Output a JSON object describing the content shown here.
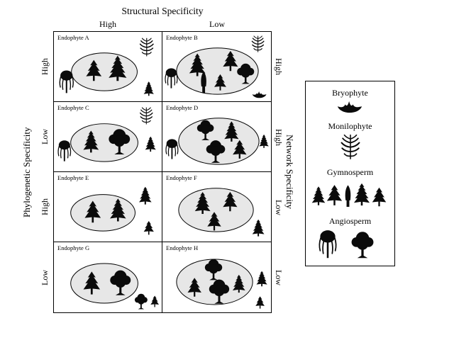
{
  "figure": {
    "top_axis": {
      "label": "Structural Specificity",
      "columns": [
        "High",
        "Low"
      ]
    },
    "left_axis": {
      "label": "Phylogenetic Specificity",
      "rows": [
        "High",
        "Low",
        "High",
        "Low"
      ]
    },
    "right_axis": {
      "label": "Network Specificity",
      "rows": [
        "High",
        "High",
        "Low",
        "Low"
      ]
    }
  },
  "panels": [
    {
      "label": "Endophyte A",
      "structural_specificity": "High",
      "phylogenetic_specificity": "High",
      "network_specificity": "High",
      "hosts_inside_ellipse": [
        "gymnosperm-pine",
        "gymnosperm-spruce"
      ],
      "hosts_outside_ellipse": [
        "monilophyte-fern",
        "angiosperm-willow",
        "gymnosperm-spruce"
      ]
    },
    {
      "label": "Endophyte B",
      "structural_specificity": "Low",
      "phylogenetic_specificity": "High",
      "network_specificity": "High",
      "hosts_inside_ellipse": [
        "gymnosperm-spruce",
        "gymnosperm-pine",
        "angiosperm-deciduous",
        "gymnosperm-columnar",
        "gymnosperm-pine"
      ],
      "hosts_outside_ellipse": [
        "monilophyte-fern",
        "angiosperm-willow",
        "bryophyte"
      ]
    },
    {
      "label": "Endophyte C",
      "structural_specificity": "High",
      "phylogenetic_specificity": "Low",
      "network_specificity": "High",
      "hosts_inside_ellipse": [
        "gymnosperm-spruce",
        "angiosperm-deciduous"
      ],
      "hosts_outside_ellipse": [
        "monilophyte-fern",
        "angiosperm-willow",
        "gymnosperm-spruce"
      ]
    },
    {
      "label": "Endophyte D",
      "structural_specificity": "Low",
      "phylogenetic_specificity": "Low",
      "network_specificity": "High",
      "hosts_inside_ellipse": [
        "angiosperm-deciduous",
        "gymnosperm-spruce",
        "angiosperm-deciduous",
        "gymnosperm-pine"
      ],
      "hosts_outside_ellipse": [
        "angiosperm-willow",
        "gymnosperm-spruce"
      ]
    },
    {
      "label": "Endophyte E",
      "structural_specificity": "High",
      "phylogenetic_specificity": "High",
      "network_specificity": "Low",
      "hosts_inside_ellipse": [
        "gymnosperm-pine",
        "gymnosperm-spruce"
      ],
      "hosts_outside_ellipse": [
        "gymnosperm-spruce",
        "gymnosperm-pine"
      ]
    },
    {
      "label": "Endophyte F",
      "structural_specificity": "Low",
      "phylogenetic_specificity": "High",
      "network_specificity": "Low",
      "hosts_inside_ellipse": [
        "gymnosperm-spruce",
        "gymnosperm-pine",
        "gymnosperm-pine"
      ],
      "hosts_outside_ellipse": [
        "gymnosperm-spruce"
      ]
    },
    {
      "label": "Endophyte G",
      "structural_specificity": "High",
      "phylogenetic_specificity": "Low",
      "network_specificity": "Low",
      "hosts_inside_ellipse": [
        "gymnosperm-pine",
        "angiosperm-deciduous"
      ],
      "hosts_outside_ellipse": [
        "angiosperm-deciduous",
        "gymnosperm-pine"
      ]
    },
    {
      "label": "Endophyte H",
      "structural_specificity": "Low",
      "phylogenetic_specificity": "Low",
      "network_specificity": "Low",
      "hosts_inside_ellipse": [
        "angiosperm-deciduous",
        "gymnosperm-pine",
        "angiosperm-deciduous",
        "gymnosperm-spruce"
      ],
      "hosts_outside_ellipse": [
        "gymnosperm-spruce",
        "gymnosperm-pine"
      ]
    }
  ],
  "legend": {
    "items": [
      {
        "label": "Bryophyte",
        "icon": "bryophyte-icon"
      },
      {
        "label": "Monilophyte",
        "icon": "monilophyte-fern-icon"
      },
      {
        "label": "Gymnosperm",
        "icon": "gymnosperm-conifers-icon"
      },
      {
        "label": "Angiosperm",
        "icon": "angiosperm-trees-icon"
      }
    ]
  },
  "colors": {
    "background": "#ffffff",
    "line": "#000000",
    "tree_silhouette": "#0b0b0b",
    "ellipse_fill": "#e7e7e7"
  }
}
